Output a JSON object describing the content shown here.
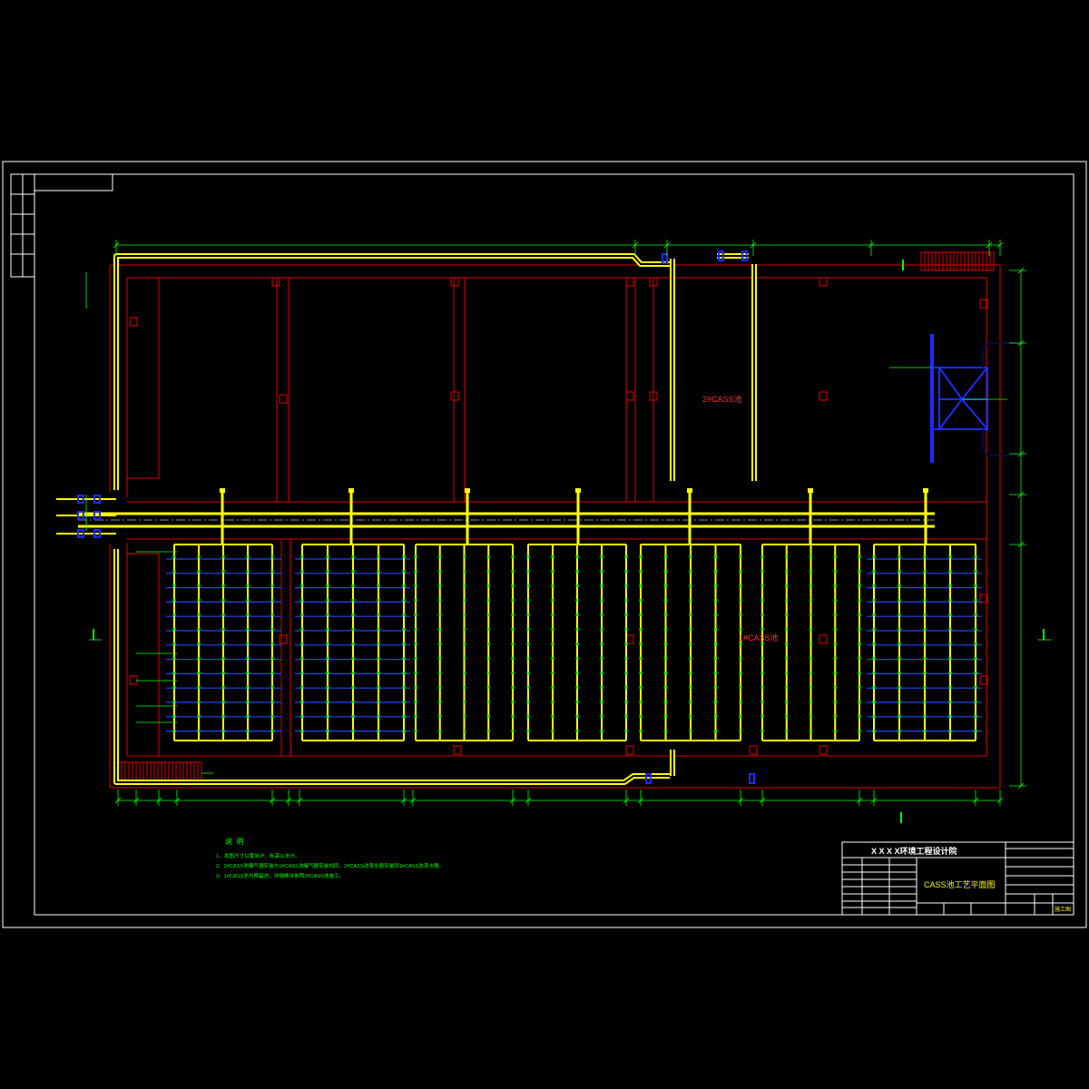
{
  "colors": {
    "background": "#000000",
    "frame": "#ffffff",
    "wall": "#e00000",
    "pipe": "#ffff00",
    "dimension": "#00ff00",
    "aeration": "#2244ff",
    "structure": "#1a2cff",
    "label": "#ff3030",
    "note": "#00ff00"
  },
  "drawing": {
    "tank_2_label": "2#CASS池",
    "tank_1_label": "1#CASS池"
  },
  "notes": {
    "heading": "说 明",
    "items": [
      "1、本图尺寸以毫米计，标高以米计。",
      "2、2#CASS池曝气器安装与1#CASS池曝气器安装相同，2#CASS池滗水器安装同1#CASS池滗水器。",
      "3、1#CASS池为预留池，详细做法参照2#CASS池施工。"
    ]
  },
  "title_block": {
    "institute": "X X X X环境工程设计院",
    "drawing_title": "CASS池工艺平面图",
    "stage": "施工图"
  }
}
